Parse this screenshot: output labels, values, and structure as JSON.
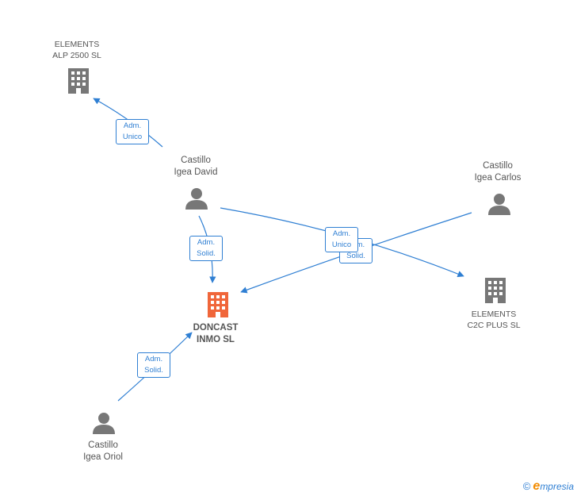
{
  "colors": {
    "edge": "#2f7fd3",
    "node_gray": "#777777",
    "node_main": "#f0663a"
  },
  "nodes": {
    "elements_alp": {
      "label": "ELEMENTS\nALP 2500 SL",
      "icon": "building-icon"
    },
    "david": {
      "label": "Castillo\nIgea David",
      "icon": "person-icon"
    },
    "carlos": {
      "label": "Castillo\nIgea Carlos",
      "icon": "person-icon"
    },
    "doncast": {
      "label": "DONCAST\nINMO  SL",
      "icon": "building-icon"
    },
    "elements_c2c": {
      "label": "ELEMENTS\nC2C PLUS  SL",
      "icon": "building-icon"
    },
    "oriol": {
      "label": "Castillo\nIgea Oriol",
      "icon": "person-icon"
    }
  },
  "edges": {
    "david_alp": {
      "label": "Adm.\nUnico"
    },
    "david_doncast": {
      "label": "Adm.\nSolid."
    },
    "david_c2c": {
      "label": "Adm.\nUnico"
    },
    "carlos_doncast": {
      "label": "Adm.\nSolid."
    },
    "oriol_doncast": {
      "label": "Adm.\nSolid."
    }
  },
  "brand": {
    "copyright": "©",
    "e": "e",
    "name": "mpresia"
  }
}
